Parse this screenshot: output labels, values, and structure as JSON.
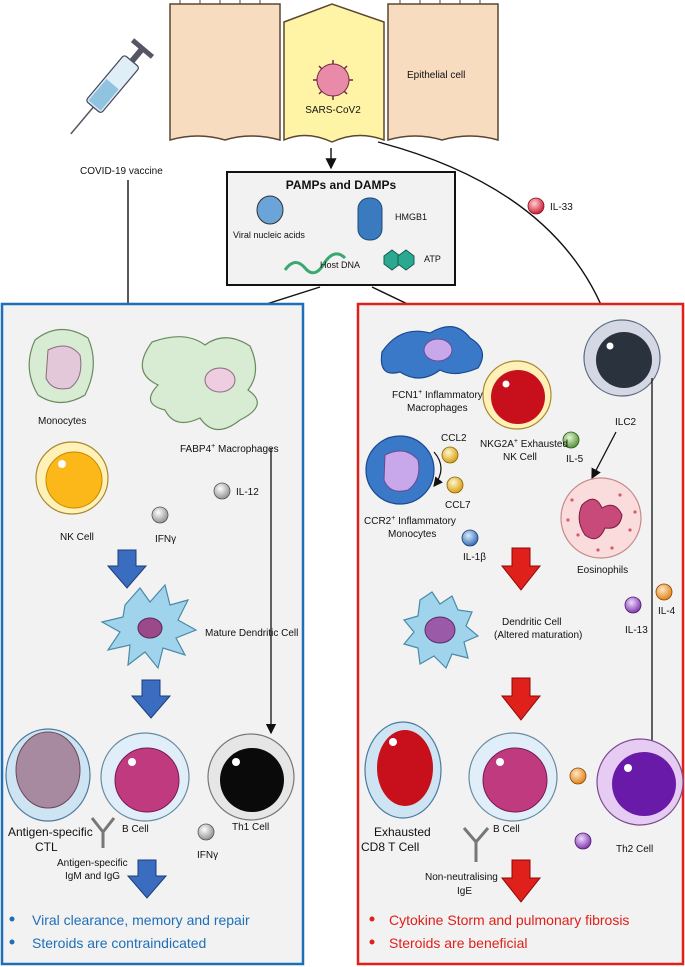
{
  "top": {
    "virus": "SARS-CoV2",
    "epithelial": "Epithelial cell",
    "vaccine": "COVID-19 vaccine",
    "il33": "IL-33"
  },
  "pamps": {
    "title": "PAMPs and DAMPs",
    "viral": "Viral nucleic acids",
    "hmgb1": "HMGB1",
    "hostdna": "Host DNA",
    "atp": "ATP"
  },
  "left": {
    "monocytes": "Monocytes",
    "fabp4": "FABP4",
    "fabp4_sup": "+",
    "fabp4_rest": " Macrophages",
    "nk": "NK Cell",
    "ifng1": "IFNγ",
    "il12": "IL-12",
    "dc": "Mature Dendritic Cell",
    "ctl1": "Antigen-specific",
    "ctl2": "CTL",
    "bcell": "B Cell",
    "th1": "Th1 Cell",
    "ifng2": "IFNγ",
    "ab1": "Antigen-specific",
    "ab2": "IgM and IgG",
    "bullets": [
      "Viral clearance, memory and repair",
      "Steroids are contraindicated"
    ]
  },
  "right": {
    "fcn1a": "FCN1",
    "fcn1_sup": "+",
    "fcn1b": " Inflammatory",
    "fcn1c": "Macrophages",
    "ilc2": "ILC2",
    "il5": "IL-5",
    "ccl2": "CCL2",
    "ccl7": "CCL7",
    "nkg2a_a": "NKG2A",
    "nkg2a_sup": "+",
    "nkg2a_b": " Exhausted",
    "nkg2a_c": "NK Cell",
    "ccr2a": "CCR2",
    "ccr2_sup": "+",
    "ccr2b": " Inflammatory",
    "ccr2c": "Monocytes",
    "il1b": "IL-1β",
    "eos": "Eosinophils",
    "il4": "IL-4",
    "il13": "IL-13",
    "dc1": "Dendritic Cell",
    "dc2": "(Altered maturation)",
    "cd8a": "Exhausted",
    "cd8b": "CD8 T Cell",
    "bcell": "B Cell",
    "th2": "Th2 Cell",
    "nn1": "Non-neutralising",
    "nn2": "IgE",
    "bullets": [
      "Cytokine Storm and pulmonary fibrosis",
      "Steroids are beneficial"
    ]
  },
  "colors": {
    "blue_panel": "#1f6fb8",
    "red_panel": "#e0201a",
    "panel_fill": "#f2f2f2"
  }
}
